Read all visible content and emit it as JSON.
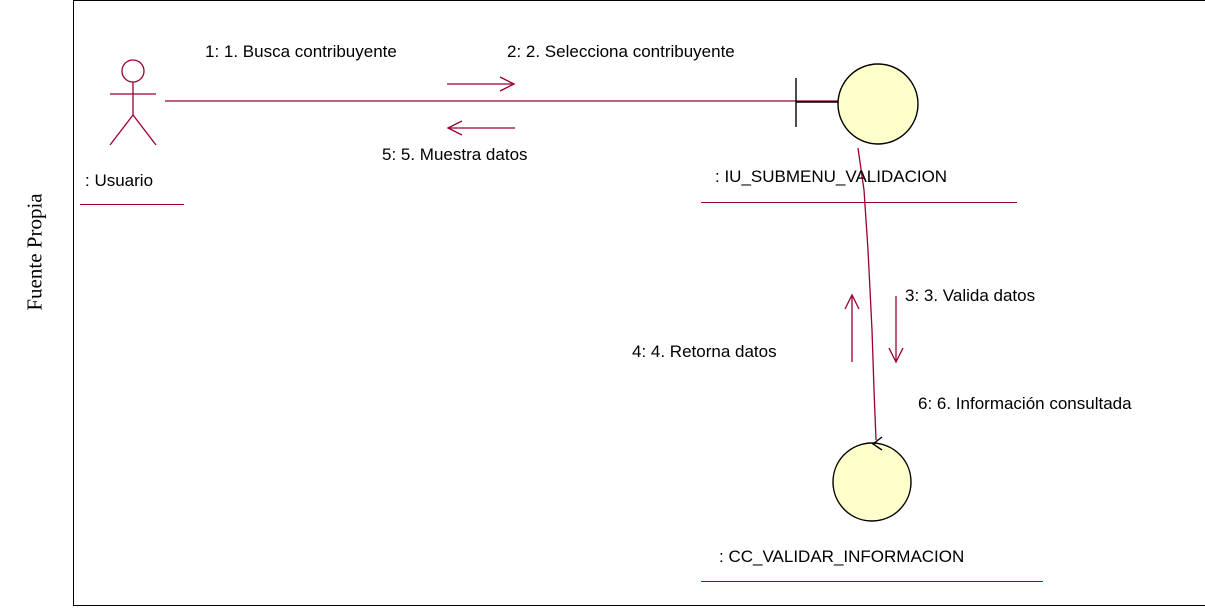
{
  "caption": "Fuente Propia",
  "actor": {
    "label": ": Usuario"
  },
  "boundary": {
    "label": ": IU_SUBMENU_VALIDACION"
  },
  "control": {
    "label": ": CC_VALIDAR_INFORMACION"
  },
  "messages": {
    "m1": "1: 1. Busca contribuyente",
    "m2": "2: 2. Selecciona contribuyente",
    "m3": "3: 3. Valida datos",
    "m4": "4: 4. Retorna datos",
    "m5": "5: 5. Muestra datos",
    "m6": "6: 6. Información consultada"
  },
  "colors": {
    "link": "#9a0030",
    "object_fill": "#ffffcc",
    "outline": "#000000"
  }
}
